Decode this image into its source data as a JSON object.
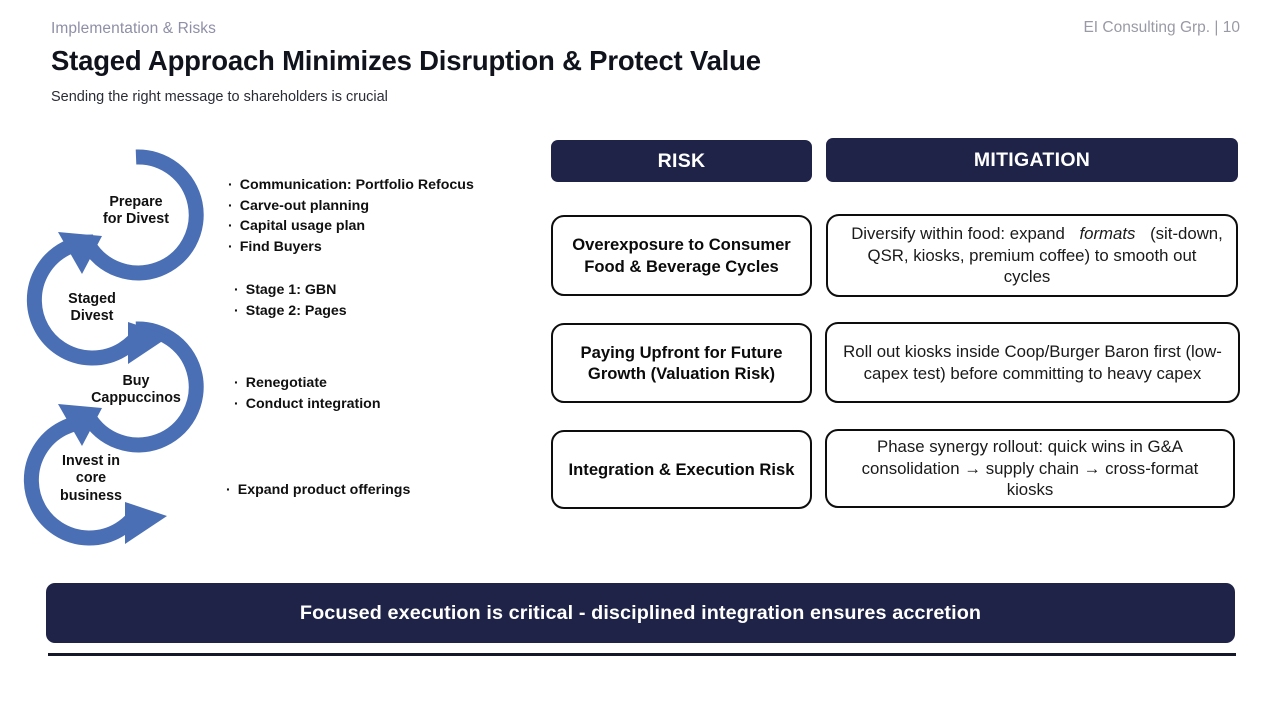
{
  "header": {
    "eyebrow": "Implementation & Risks",
    "title": "Staged Approach Minimizes Disruption & Protect Value",
    "subtitle": "Sending the right message to shareholders is crucial",
    "deck_ref": "EI Consulting Grp. | 10"
  },
  "colors": {
    "navy": "#1e2347",
    "arc_blue": "#4a6fb5",
    "eyebrow_grey": "#8e8fa6",
    "box_border": "#0d0d0d",
    "text_dark": "#101010"
  },
  "cycle": {
    "steps": [
      {
        "label": "Prepare\nfor Divest",
        "line1": "Prepare",
        "line2": "for Divest"
      },
      {
        "label": "Staged\nDivest",
        "line1": "Staged",
        "line2": "Divest"
      },
      {
        "label": "Buy\nCappuccinos",
        "line1": "Buy",
        "line2": "Cappuccinos"
      },
      {
        "label": "Invest in core business",
        "line1": "Invest in",
        "line2": "core",
        "line3": "business"
      }
    ]
  },
  "bullet_groups": [
    {
      "group": "prepare-for-divest",
      "items": [
        "Communication: Portfolio Refocus",
        "Carve-out planning",
        "Capital usage plan",
        "Find Buyers"
      ]
    },
    {
      "group": "staged-divest",
      "items": [
        "Stage 1: GBN",
        "Stage 2: Pages"
      ]
    },
    {
      "group": "buy-cappuccinos",
      "items": [
        "Renegotiate",
        "Conduct integration"
      ]
    },
    {
      "group": "invest-in-core-business",
      "items": [
        "Expand product offerings"
      ]
    }
  ],
  "matrix": {
    "headers": {
      "risk": "RISK",
      "mitigation": "MITIGATION"
    },
    "rows": [
      {
        "risk": "Overexposure to Consumer Food & Beverage Cycles",
        "mitigation_pre": "Diversify within food: expand ",
        "mitigation_em": "formats",
        "mitigation_post": " (sit-down, QSR, kiosks, premium coffee) to smooth out cycles"
      },
      {
        "risk": "Paying Upfront for Future Growth (Valuation Risk)",
        "mitigation": "Roll out kiosks inside Coop/Burger Baron first (low-capex test) before committing to heavy capex"
      },
      {
        "risk": "Integration & Execution Risk",
        "mitigation": "Phase synergy rollout: quick wins in G&A consolidation → supply chain → cross-format kiosks"
      }
    ]
  },
  "banner": {
    "text": "Focused execution is critical - disciplined integration ensures accretion"
  }
}
